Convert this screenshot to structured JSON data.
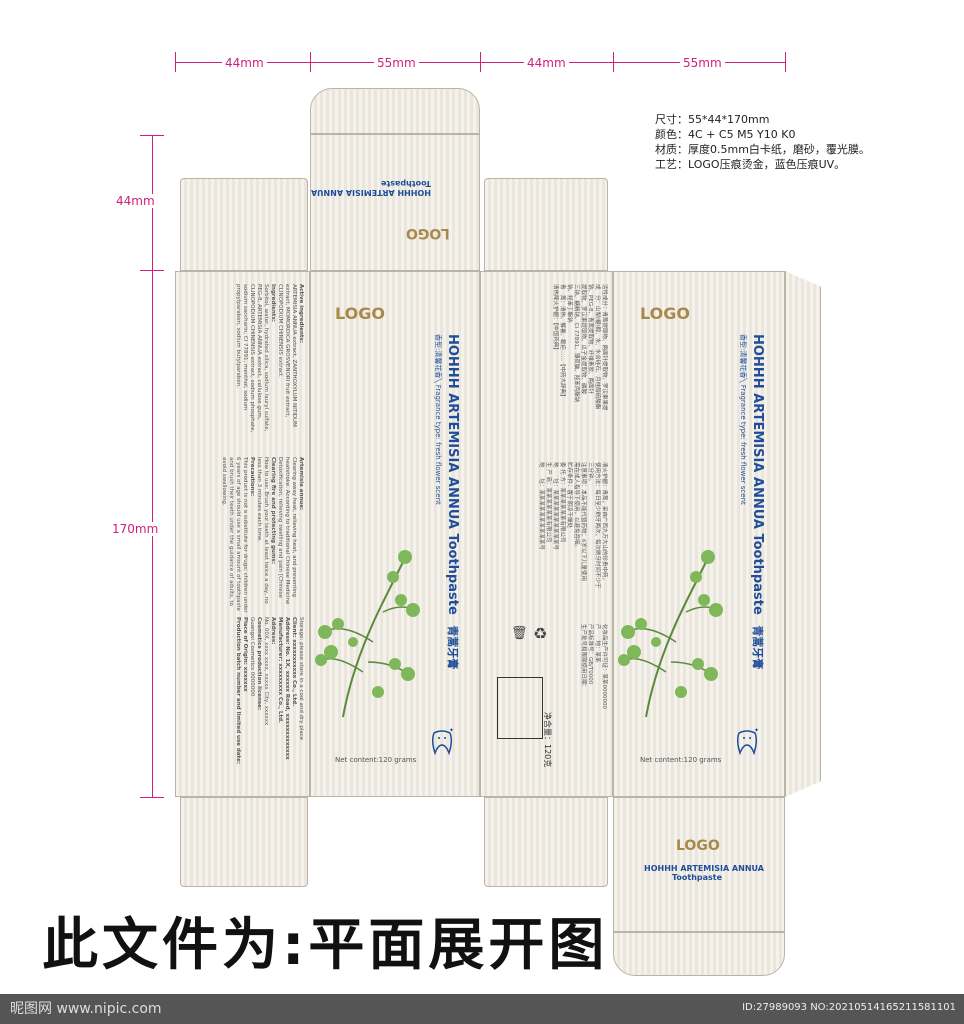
{
  "dimensions": {
    "top": [
      "44mm",
      "55mm",
      "44mm",
      "55mm"
    ],
    "left_top": "44mm",
    "left_main": "170mm"
  },
  "specs": [
    "尺寸：55*44*170mm",
    "颜色：4C + C5 M5 Y10 K0",
    "材质：厚度0.5mm白卡纸，磨砂，覆光膜。",
    "工艺：LOGO压痕烫金，蓝色压痕UV。"
  ],
  "logo": "LOGO",
  "product": {
    "title_en": "HOHHH ARTEMISIA ANNUA Toothpaste",
    "title_cn": "青蒿牙膏",
    "fragrance": "香型:清馨花香╲ Fragrance type: fresh flower scent",
    "net_content": "Net content:120 grams",
    "net_cn": "净含量：120克",
    "bottom_title": "HOHHH ARTEMISIA ANNUA",
    "bottom_sub": "Toothpaste"
  },
  "panel1_text": [
    "Active ingredients:",
    "ARTEMISIA ANNUA extract, ZANTHOXYLUM NITIDUM",
    "extract, MOMORDICA GROSVENORI fruit extract,",
    "CLINOPODIUM CHINENSIS extract.",
    "Ingredients:",
    "Sorbitol, water, hydrated silica, sodium lauryl sulfate,",
    "PEG-8, ARTEMISIA ANNUA extract, cellulose gum,",
    "CLINOPODIUM CHINENSIS extract, sodium phosphate,",
    "sodium saccharin, CI 77891, menthol, sodium",
    "propylparaben, sodium butylparaben."
  ],
  "panel1_text2": [
    "Artemisia annua:",
    "Clearing away heat, relieving heat, and preventing",
    "heatstroke. According to traditional Chinese Medicine",
    "Detoxification, relieving swelling and pain [Chinese",
    "Clearing fire and protecting gums:",
    "How to use: Brush your teeth at least twice a day, no",
    "less than 3 minutes each time.",
    "Precautions:",
    "This product is not a substitute for drugs; children under",
    "6 years of age should use a small amount of toothpaste",
    "and brush their teeth under the guidance of adults, to",
    "avoid swallowing."
  ],
  "panel1_text3": [
    "Storage: please store in a cool and dry place",
    "Client: xxxxxxxxxxx Co., Ltd.",
    "Address: No. 1X, xxxxxx Road, xxxxxxxxxxxxx",
    "Manufacturer: xxxxxxxxx Co., Ltd.",
    "Address:",
    "No. 00X, xxxx xxxx, xxxxx City, xxxxxx",
    "Cosmetics production license:",
    "Guangxi Cosmetics 0000000",
    "Place of Origin: xxxxxxx",
    "Production batch number and limited use date:"
  ],
  "panel3_text": [
    "活性成分：青蒿提取物、两面针提取物、罗汉果果提",
    "成　分：山梨(糖)醇、水、水合硅石、月桂醇硫酸酯",
    "钠、PEG-8、青蒿提取物、纤维素胶、两面针",
    "提取物、罗汉果提取物、瓜子金提取物、磷酸",
    "三钠、糖精钠、CI 77891、薄荷脑、羟苯丙酯钠",
    "钠、羟苯丁酯钠",
    "青　蒿：清热、解暑、截疟……【中药大辞典】",
    "清热降火护龈：【中国药典】"
  ],
  "panel3_text2": [
    "清火护龈：青蒿，采自广西九万大山的珍贵中药，",
    "使用方法：每日至少刷牙两次，每次刷牙时间不少于",
    "三分钟。",
    "注意事项：本品不能代替药物；6岁以下儿童使用",
    "需在成人指导下使用，以避免吞咽。",
    "贮存条件：置于阴凉干燥处",
    "委 托 方：某某某某某某有限公司",
    "地　　址：某某某某某某某某某某号",
    "生 产 商：某某某某某某有限公司",
    "地　　址：某某某某某某某某某某号"
  ],
  "panel3_text3": [
    "化妆品生产许可证：某某0000000",
    "产　　地：某某",
    "产品标准号：GB/T0000",
    "生产批号和限期使用日期："
  ],
  "caption": "此文件为:平面展开图",
  "watermark_left": "昵图网 www.nipic.com",
  "watermark_right": "ID:27989093 NO:20210514165211581101",
  "colors": {
    "dimension": "#d0217a",
    "card": "#efebe1",
    "logo_gold": "#a8894a",
    "title_blue": "#1f4d99"
  }
}
